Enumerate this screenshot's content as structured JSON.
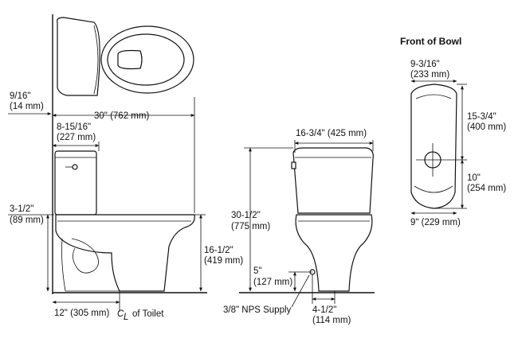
{
  "front_title": "Front of Bowl",
  "dims": {
    "back_offset": "9/16\"",
    "back_offset_mm": "(14 mm)",
    "overall_depth": "30\" (762 mm)",
    "tank_depth": "8-15/16\"",
    "tank_depth_mm": "(227 mm)",
    "floor_to_tank": "3-1/2\"",
    "floor_to_tank_mm": "(89 mm)",
    "rim_height": "16-1/2\"",
    "rim_height_mm": "(419 mm)",
    "rough_in": "12\" (305 mm)",
    "centerline": "of Toilet",
    "tank_width": "16-3/4\" (425 mm)",
    "overall_height": "30-1/2\"",
    "overall_height_mm": "(775 mm)",
    "supply_height": "5\"",
    "supply_height_mm": "(127 mm)",
    "supply_type": "3/8\" NPS Supply",
    "supply_offset": "4-1/2\"",
    "supply_offset_mm": "(114 mm)",
    "bowl_top_width": "9-3/16\"",
    "bowl_top_width_mm": "(233 mm)",
    "bowl_length": "15-3/4\"",
    "bowl_length_mm": "(400 mm)",
    "bowl_to_center": "10\"",
    "bowl_to_center_mm": "(254 mm)",
    "bowl_base_width": "9\" (229 mm)"
  }
}
